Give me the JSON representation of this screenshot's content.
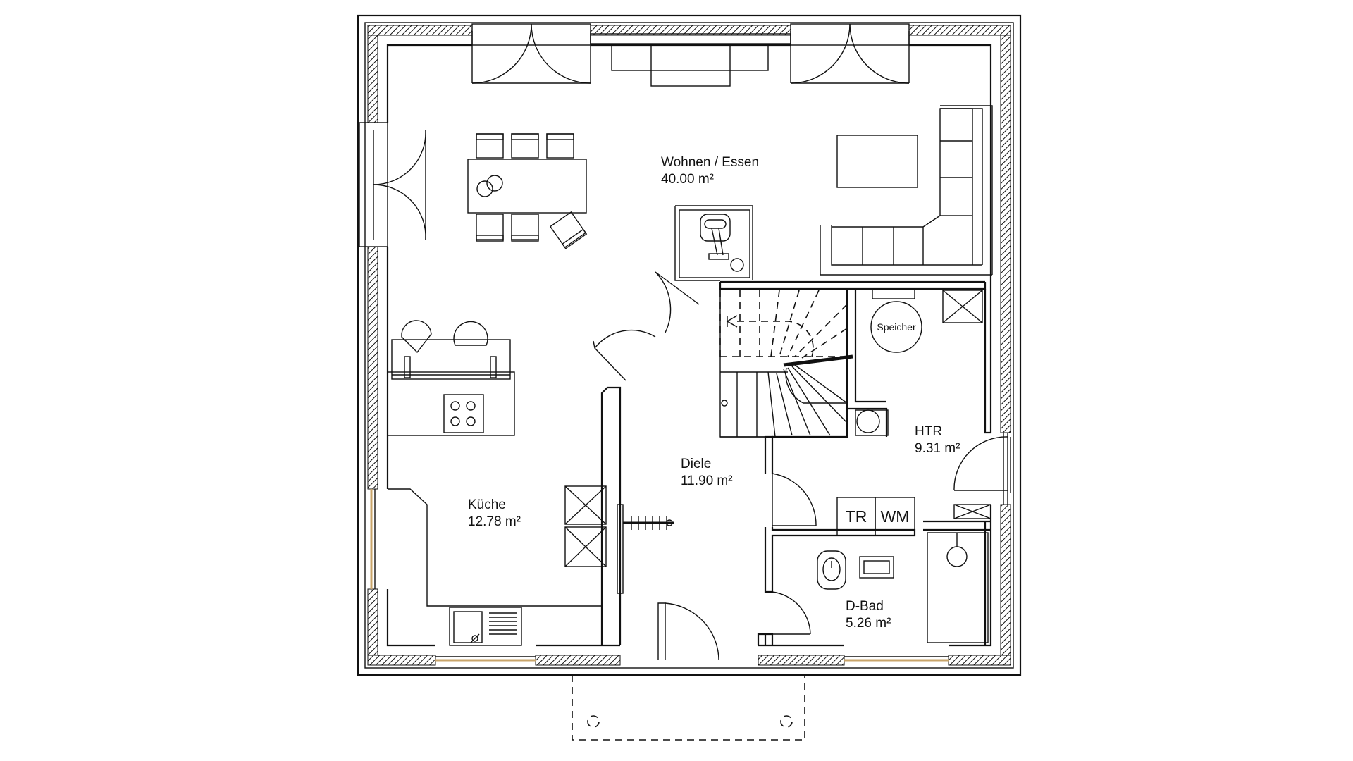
{
  "plan": {
    "rooms": [
      {
        "name": "Wohnen / Essen",
        "area": "40.00 m²"
      },
      {
        "name": "Küche",
        "area": "12.78 m²"
      },
      {
        "name": "Diele",
        "area": "11.90 m²"
      },
      {
        "name": "HTR",
        "area": "9.31 m²"
      },
      {
        "name": "D-Bad",
        "area": "5.26 m²"
      }
    ],
    "fixtures": {
      "tank": "Speicher",
      "dryer": "TR",
      "washer": "WM"
    },
    "colors": {
      "line": "#111111",
      "window_glass": "#c8a46a",
      "background": "#ffffff"
    }
  }
}
